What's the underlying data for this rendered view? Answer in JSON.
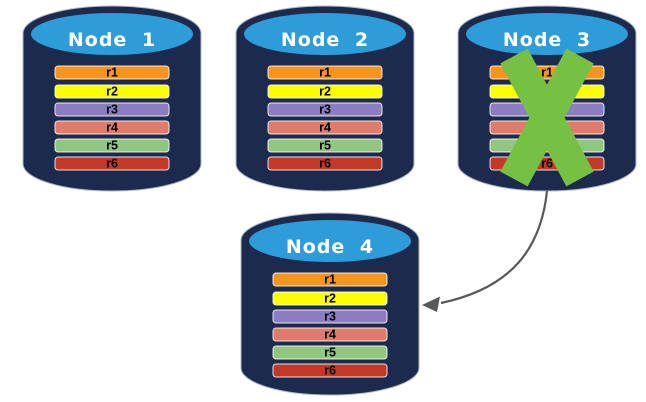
{
  "diagram": {
    "nodes": [
      {
        "name": "Node 1",
        "failed": false
      },
      {
        "name": "Node 2",
        "failed": false
      },
      {
        "name": "Node 3",
        "failed": true
      },
      {
        "name": "Node 4",
        "failed": false
      }
    ],
    "records": [
      {
        "label": "r1",
        "color": "#F7941D"
      },
      {
        "label": "r2",
        "color": "#FDFF00"
      },
      {
        "label": "r3",
        "color": "#8C7DC1"
      },
      {
        "label": "r4",
        "color": "#DF7B6B"
      },
      {
        "label": "r5",
        "color": "#90C67E"
      },
      {
        "label": "r6",
        "color": "#C23A27"
      }
    ],
    "colors": {
      "cylinder_body": "#1C2B4D",
      "cylinder_top": "#2E9CD9",
      "cylinder_outline": "#AEBACB",
      "node_title_text": "#FFFFFF",
      "record_text": "#000000",
      "record_border": "#FFFFFF",
      "failure_x": "#76C043",
      "arrow": "#595959",
      "background": "#FFFFFF"
    },
    "failure": {
      "failed_node": "Node 3"
    },
    "replication_arrow": {
      "from": "Node 3",
      "to": "Node 4"
    }
  }
}
